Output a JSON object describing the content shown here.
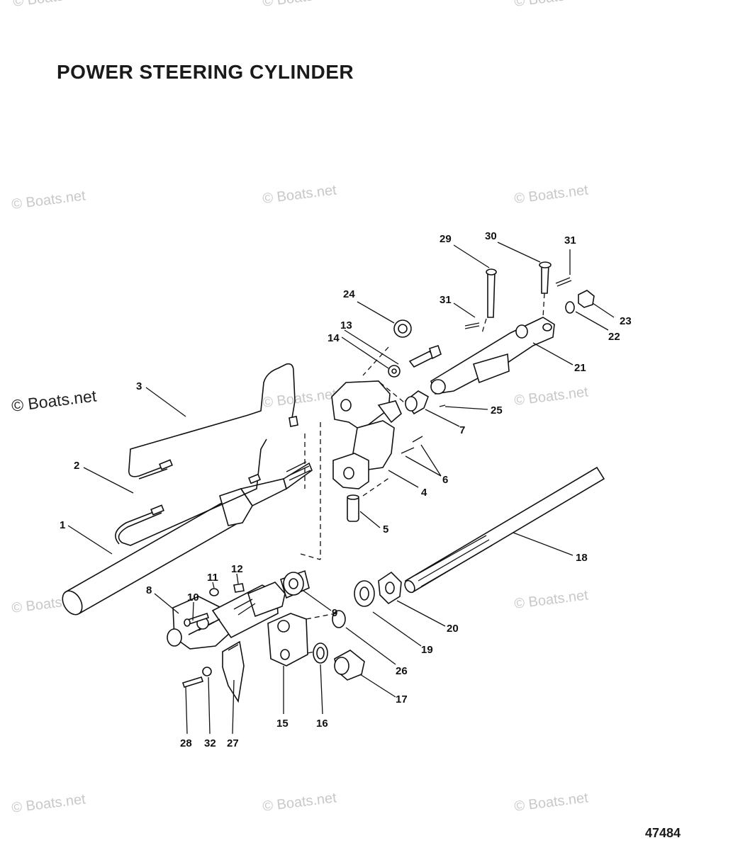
{
  "title": "POWER STEERING CYLINDER",
  "figure_number": "47484",
  "watermarks": [
    "© Boats.net",
    "© Boats.net",
    "© Boats.net",
    "© Boats.net",
    "© Boats.net",
    "© Boats.net",
    "© Boats.net",
    "© Boats.net",
    "© Boats.net",
    "© Boats.net",
    "© Boats.net",
    "© Boats.net",
    "© Boats.net"
  ],
  "callouts": [
    "1",
    "2",
    "3",
    "4",
    "5",
    "6",
    "7",
    "8",
    "9",
    "10",
    "11",
    "12",
    "13",
    "14",
    "15",
    "16",
    "17",
    "18",
    "19",
    "20",
    "21",
    "22",
    "23",
    "24",
    "25",
    "26",
    "27",
    "28",
    "29",
    "30",
    "31",
    "31",
    "32"
  ]
}
